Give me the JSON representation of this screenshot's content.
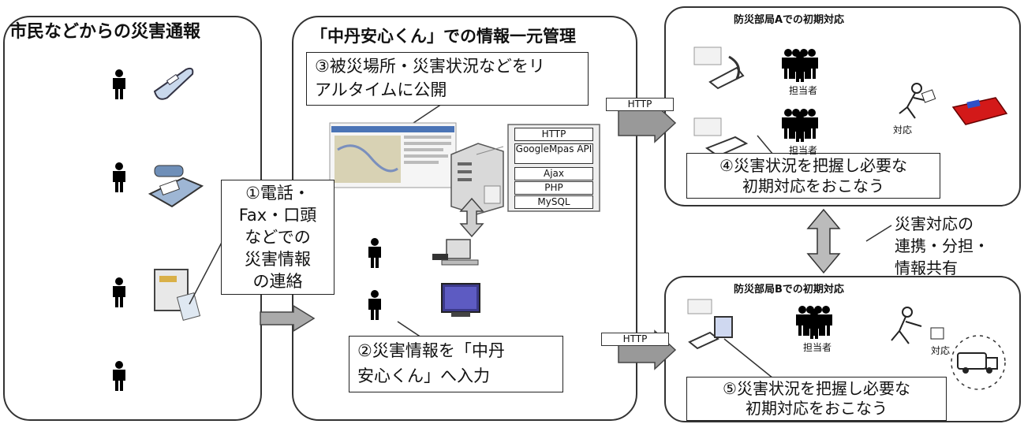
{
  "panels": {
    "citizen": {
      "title": "市民などからの災害通報"
    },
    "center": {
      "title": "「中丹安心くん」での情報一元管理"
    },
    "deptA": {
      "title": "防災部局Aでの初期対応"
    },
    "deptB": {
      "title": "防災部局Bでの初期対応"
    }
  },
  "steps": {
    "s1": [
      "①電話・",
      "Fax・口頭",
      "などでの",
      "災害情報",
      "の連絡"
    ],
    "s2": [
      "②災害情報を「中丹",
      "安心くん」へ入力"
    ],
    "s3": [
      "③被災場所・災害状況などをリ",
      "アルタイムに公開"
    ],
    "s4": [
      "④災害状況を把握し必要な",
      "初期対応をおこなう"
    ],
    "s5": [
      "⑤災害状況を把握し必要な",
      "初期対応をおこなう"
    ]
  },
  "stack": [
    "HTTP",
    "GoogleMpas API",
    "Ajax",
    "PHP",
    "MySQL"
  ],
  "http_labels": {
    "a": "HTTP",
    "b": "HTTP"
  },
  "staff_label": "担当者",
  "response_label": "対応",
  "cooperation": [
    "災害対応の",
    "連携・分担・",
    "情報共有"
  ]
}
